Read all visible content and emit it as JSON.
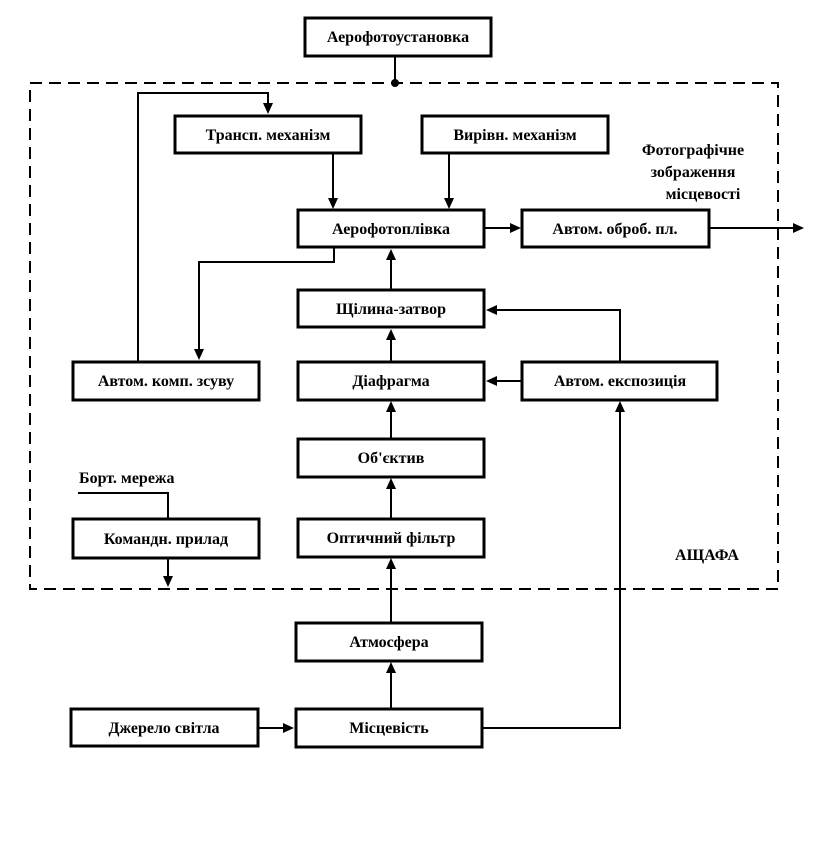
{
  "blocks": {
    "aerophoto_unit": "Аерофотоустановка",
    "transport_mechanism": "Трансп. механізм",
    "leveling_mechanism": "Вирівн. механізм",
    "aerofilm": "Аерофотоплівка",
    "auto_processing": "Автом. оброб. пл.",
    "slit_shutter": "Щілина-затвор",
    "shift_compensation": "Автом. комп. зсуву",
    "diaphragm": "Діафрагма",
    "auto_exposure": "Автом. експозиція",
    "lens": "Об'єктив",
    "command_device": "Командн. прилад",
    "optical_filter": "Оптичний фільтр",
    "atmosphere": "Атмосфера",
    "light_source": "Джерело світла",
    "terrain": "Місцевість"
  },
  "labels": {
    "output_line1": "Фотографічне",
    "output_line2": "зображення",
    "output_line3": "місцевості",
    "onboard_network": "Борт. мережа",
    "system_name": "АЩАФА"
  }
}
